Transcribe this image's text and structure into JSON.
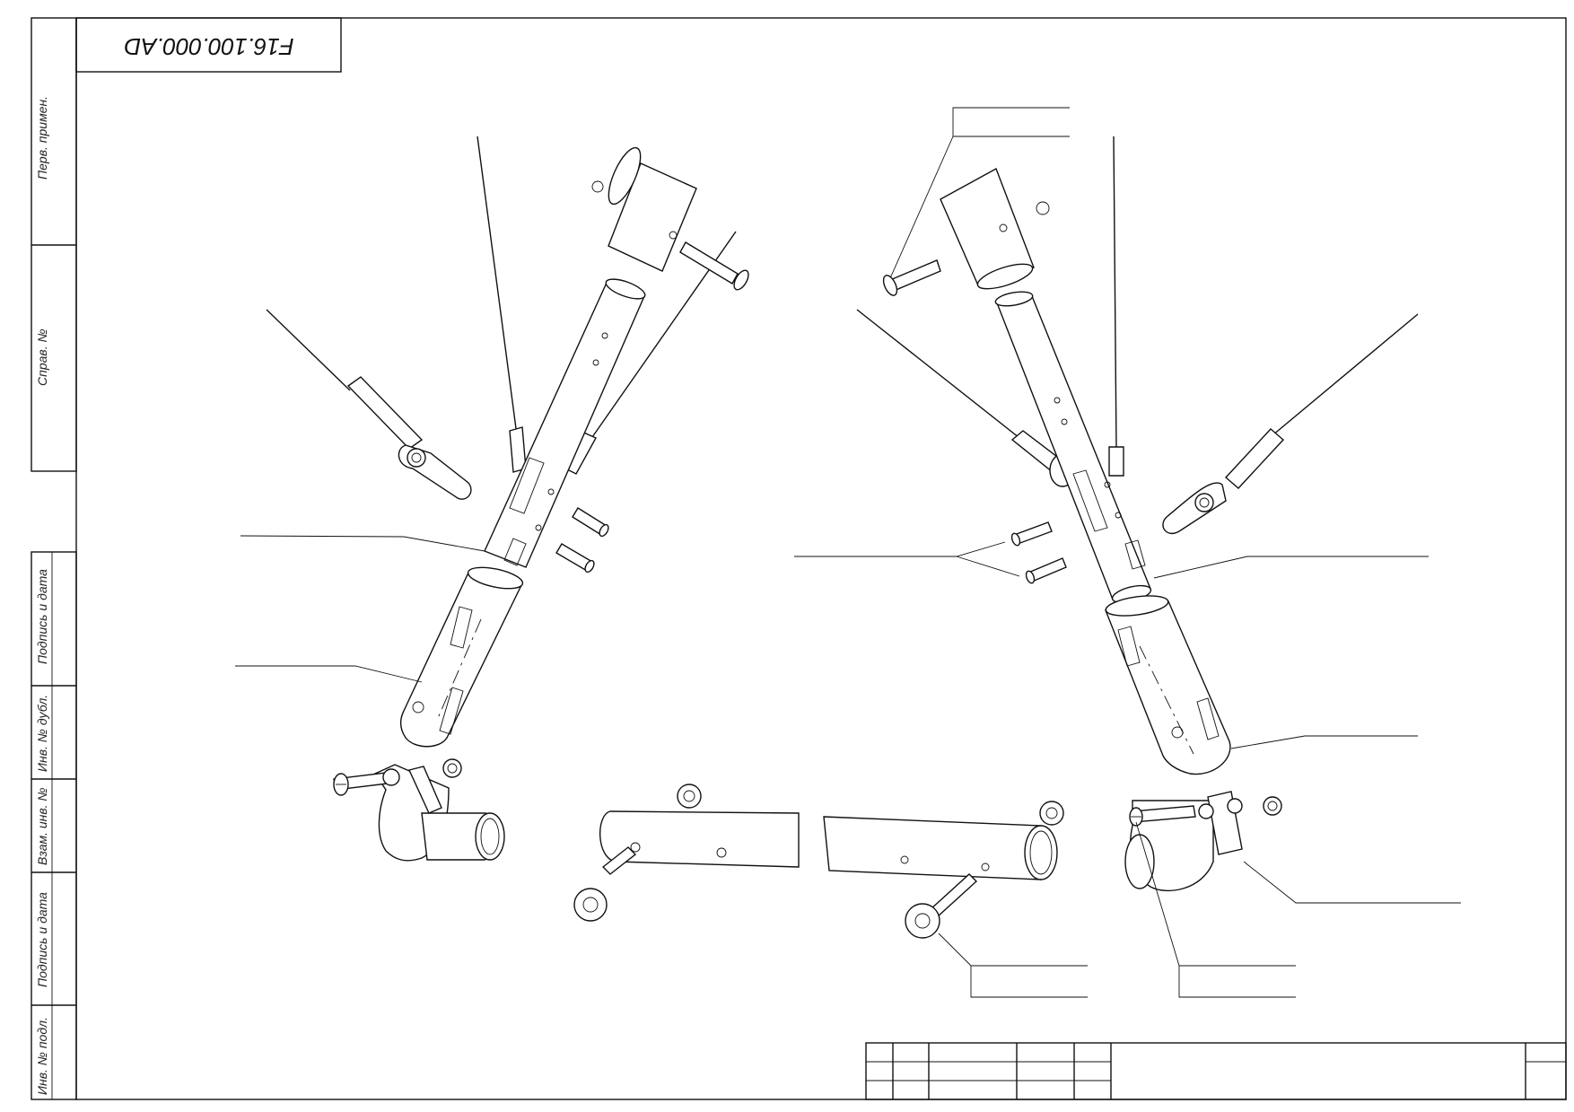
{
  "drawing": {
    "code": "F16.100.000.AD"
  },
  "side_stamp": {
    "cells": [
      "Перв. примен.",
      "Справ. №",
      "Подпись и дата",
      "Инв. № дубл.",
      "Взам. инв. №",
      "Подпись и дата",
      "Инв. № подл."
    ]
  },
  "colors": {
    "line": "#111111",
    "background": "#ffffff"
  }
}
